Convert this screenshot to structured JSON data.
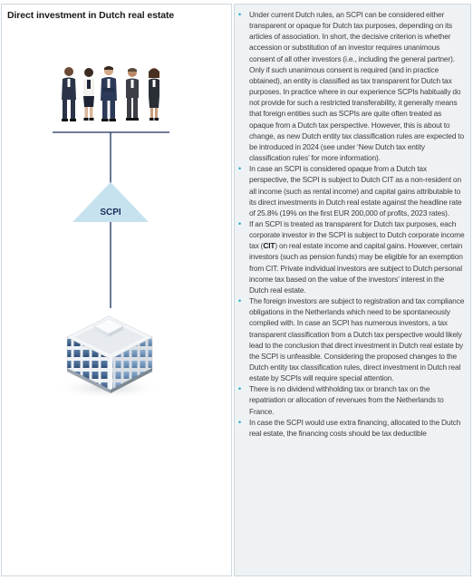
{
  "left": {
    "title": "Direct investment in Dutch real estate",
    "entity_label": "SCPI"
  },
  "colors": {
    "accent_cyan": "#1aa9c8",
    "triangle_fill": "#c7e2ef",
    "line_navy": "#1a2e5c",
    "panel_bg": "#eef2f4"
  },
  "icons": {
    "investors": "people-group-icon",
    "building": "office-building-icon"
  },
  "bullets": [
    "Under current Dutch rules, an SCPI can be considered either transparent or opaque for Dutch tax purposes, depending on its articles of association. In short, the decisive criterion is whether accession or substitution of an investor requires unanimous consent of all other investors (i.e., including the general partner). Only if such unanimous consent is required (and in practice obtained), an entity is classified as tax transparent for Dutch tax purposes. In practice where in our experience SCPIs habitually do not provide for such a restricted transferability, it generally means that foreign entities such as SCPIs are quite often treated as opaque from a Dutch tax perspective. However, this is about to change, as new Dutch entity tax classification rules are expected to be introduced in 2024 (see under ‘New Dutch tax entity classification rules’ for more information).",
    "In case an SCPI is considered opaque from a Dutch tax perspective, the SCPI is subject to Dutch CIT as a non-resident on all income (such as rental income) and capital gains attributable to its direct investments in Dutch real estate against the headline rate of 25.8% (19% on the first EUR 200,000 of profits, 2023 rates).",
    "If an SCPI is treated as transparent for Dutch tax purposes, each corporate investor in the SCPI is subject to Dutch corporate income tax (CIT) on real estate income and capital gains. However, certain investors (such as pension funds) may be eligible for an exemption from CIT. Private individual investors are subject to Dutch personal income tax based on the value of the investors’ interest in the Dutch real estate.",
    "The foreign investors are subject to registration and tax compliance obligations in the Netherlands which need to be spontaneously complied with. In case an SCPI has numerous investors, a tax transparent classification from a Dutch tax perspective would likely lead to the conclusion that direct investment in Dutch real estate by the SCPI is unfeasible. Considering the proposed changes to the Dutch entity tax classification rules, direct investment in Dutch real estate by SCPIs will require special attention.",
    "There is no dividend withholding tax or branch tax on the repatriation or allocation of revenues from the Netherlands to France.",
    "In case the SCPI would use extra financing, allocated to the Dutch real estate, the financing costs should be tax deductible"
  ]
}
